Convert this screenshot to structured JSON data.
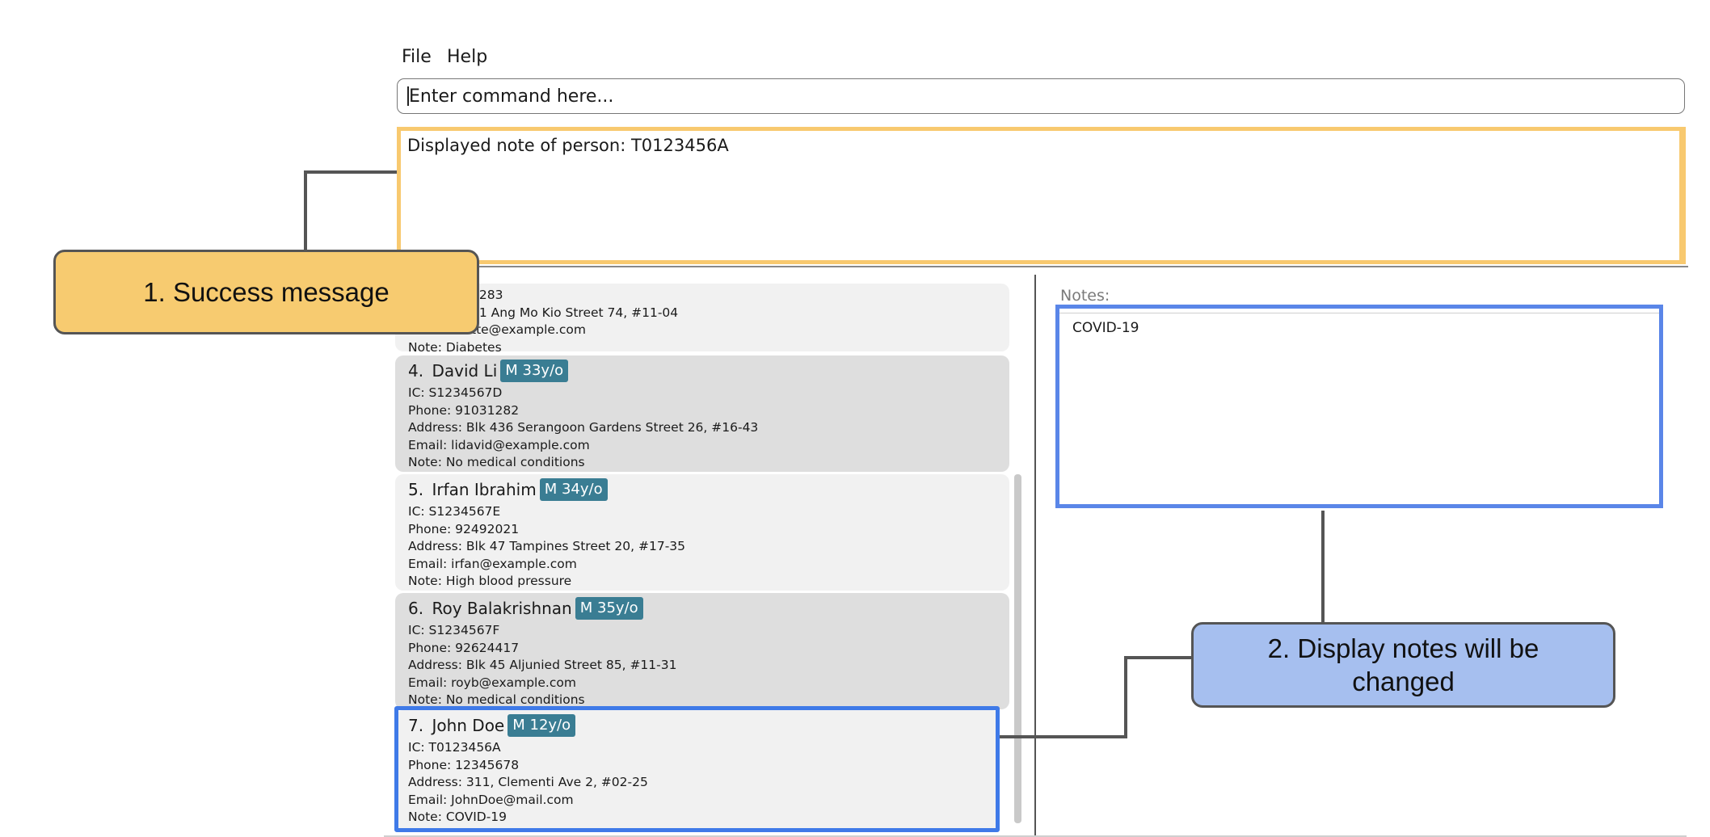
{
  "menu": {
    "file": "File",
    "help": "Help"
  },
  "command_box": {
    "placeholder": "Enter command here..."
  },
  "result_display": {
    "text": "Displayed note of person: T0123456A"
  },
  "persons": [
    {
      "partial": true,
      "lines": [
        "0283",
        "11 Ang Mo Kio Street 74, #11-04",
        "tte@example.com",
        "Note: Diabetes"
      ]
    },
    {
      "index": "4.",
      "name": "David Li",
      "tag": "M 33y/o",
      "ic": "IC: S1234567D",
      "phone": "Phone: 91031282",
      "address": "Address: Blk 436 Serangoon Gardens Street 26, #16-43",
      "email": "Email: lidavid@example.com",
      "note": "Note: No medical conditions"
    },
    {
      "index": "5.",
      "name": "Irfan Ibrahim",
      "tag": "M 34y/o",
      "ic": "IC: S1234567E",
      "phone": "Phone: 92492021",
      "address": "Address: Blk 47 Tampines Street 20, #17-35",
      "email": "Email: irfan@example.com",
      "note": "Note: High blood pressure"
    },
    {
      "index": "6.",
      "name": "Roy Balakrishnan",
      "tag": "M 35y/o",
      "ic": "IC: S1234567F",
      "phone": "Phone: 92624417",
      "address": "Address: Blk 45 Aljunied Street 85, #11-31",
      "email": "Email: royb@example.com",
      "note": "Note: No medical conditions"
    },
    {
      "index": "7.",
      "name": "John Doe",
      "tag": "M 12y/o",
      "ic": "IC: T0123456A",
      "phone": "Phone: 12345678",
      "address": "Address: 311, Clementi Ave 2, #02-25",
      "email": "Email: JohnDoe@mail.com",
      "note": "Note: COVID-19"
    }
  ],
  "notes_panel": {
    "label": "Notes:",
    "content": "COVID-19"
  },
  "callouts": {
    "success": "1. Success message",
    "display_notes": "2. Display notes will be changed"
  },
  "colors": {
    "result_highlight": "#f8c96f",
    "notes_highlight": "#5a86e8",
    "tag_bg": "#3a7d93",
    "callout_success_bg": "#f7cb70",
    "callout_notes_bg": "#a6bfef"
  }
}
